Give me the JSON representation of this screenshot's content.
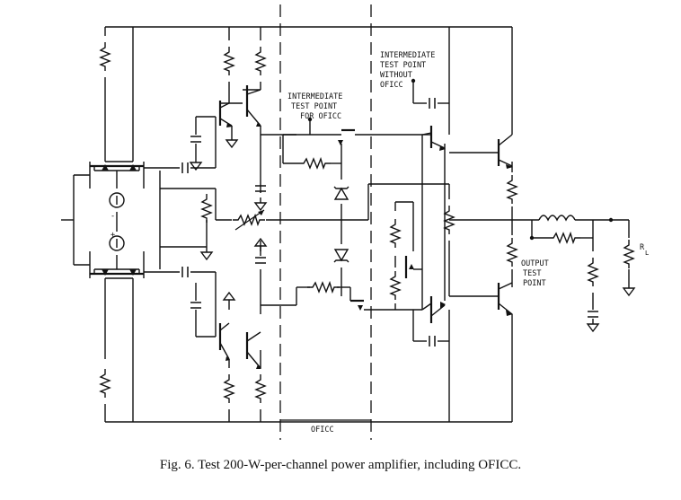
{
  "diagram": {
    "labels": {
      "test_point_oficc_1": "INTERMEDIATE",
      "test_point_oficc_2": "TEST POINT",
      "test_point_oficc_3": "FOR OFICC",
      "test_point_no_oficc_1": "INTERMEDIATE",
      "test_point_no_oficc_2": "TEST POINT",
      "test_point_no_oficc_3": "WITHOUT",
      "test_point_no_oficc_4": "OFICC",
      "output_test_point_1": "OUTPUT",
      "output_test_point_2": "TEST",
      "output_test_point_3": "POINT",
      "load_resistor": "R",
      "load_resistor_sub": "L",
      "oficc_region": "OFICC",
      "plus_sign": "+",
      "minus_sign": "-"
    }
  },
  "caption": "Fig. 6. Test 200-W-per-channel power amplifier, including OFICC."
}
